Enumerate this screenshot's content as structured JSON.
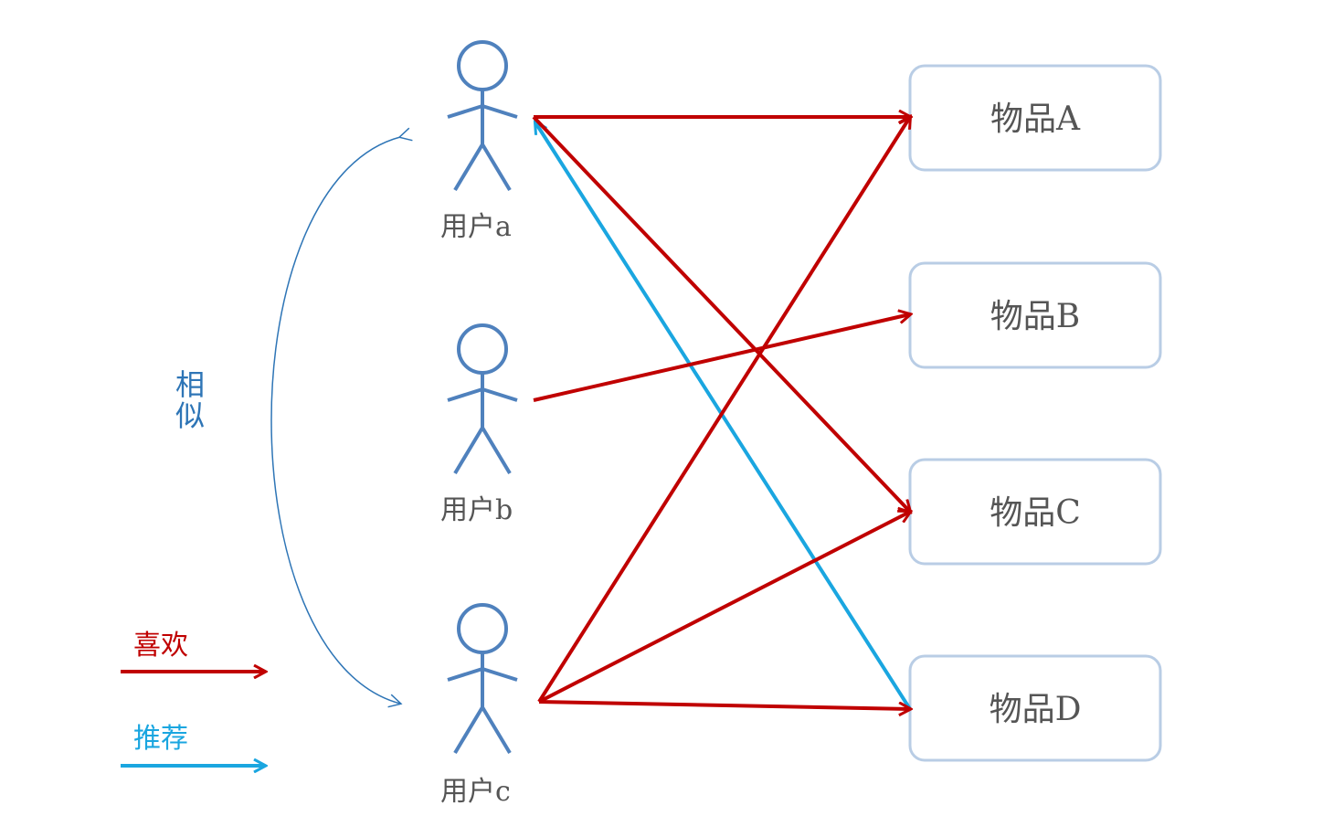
{
  "colors": {
    "like": "#C00000",
    "recommend": "#1AA6E0",
    "similar": "#2E75B6",
    "user_figure": "#4F81BD",
    "item_border": "#B9CDE5"
  },
  "users": [
    {
      "id": "a",
      "label": "用户a"
    },
    {
      "id": "b",
      "label": "用户b"
    },
    {
      "id": "c",
      "label": "用户c"
    }
  ],
  "items": [
    {
      "id": "A",
      "label": "物品A"
    },
    {
      "id": "B",
      "label": "物品B"
    },
    {
      "id": "C",
      "label": "物品C"
    },
    {
      "id": "D",
      "label": "物品D"
    }
  ],
  "similar": {
    "label_line1": "相",
    "label_line2": "似",
    "between": [
      "a",
      "c"
    ]
  },
  "edges": {
    "like": [
      {
        "from": "a",
        "to": "A"
      },
      {
        "from": "a",
        "to": "C"
      },
      {
        "from": "b",
        "to": "B"
      },
      {
        "from": "c",
        "to": "A"
      },
      {
        "from": "c",
        "to": "C"
      },
      {
        "from": "c",
        "to": "D"
      }
    ],
    "recommend": [
      {
        "from": "D",
        "to": "a"
      }
    ]
  },
  "legend": {
    "like_label": "喜欢",
    "recommend_label": "推荐"
  }
}
